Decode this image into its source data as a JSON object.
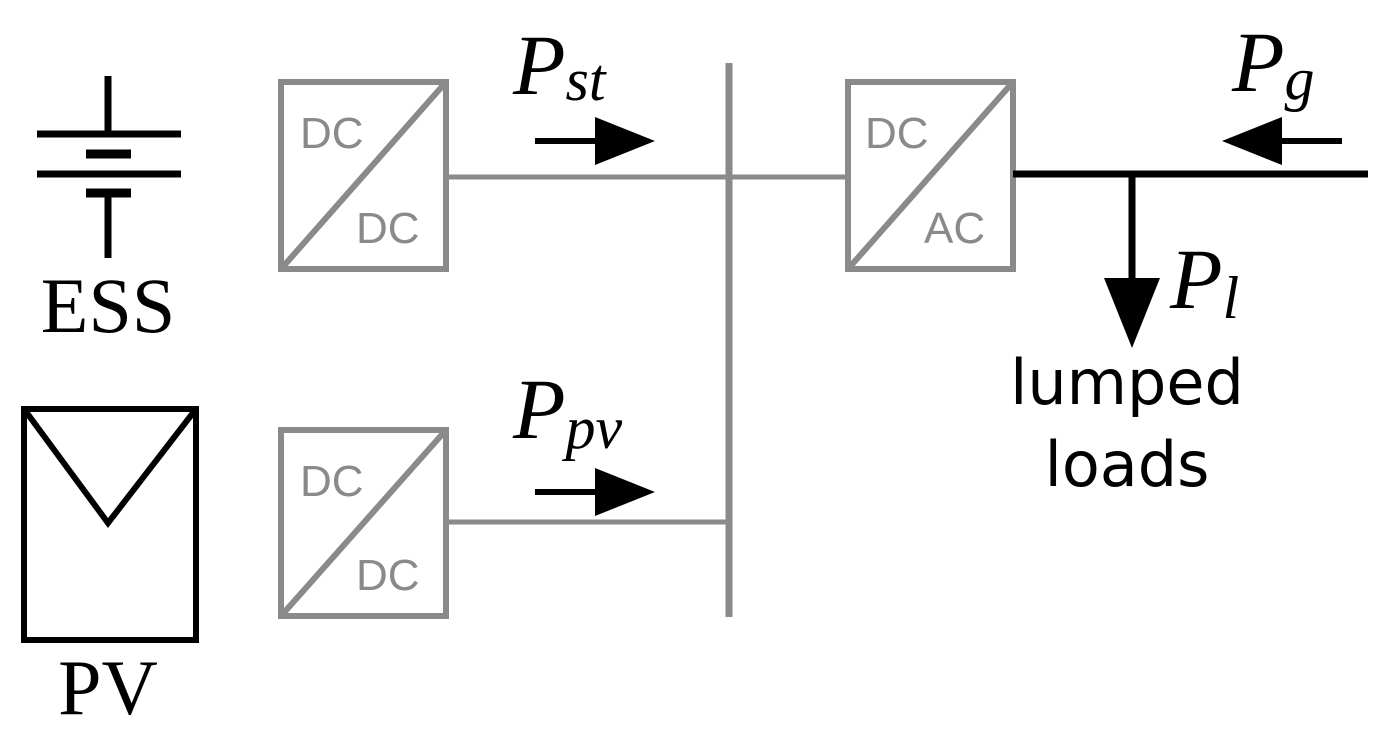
{
  "colors": {
    "converter": "#8a8a8a",
    "bus": "#8a8a8a",
    "component": "#000000",
    "power_arrow": "#000000"
  },
  "components": {
    "ess": {
      "label": "ESS",
      "icon": "battery-icon"
    },
    "pv": {
      "label": "PV",
      "icon": "solar-panel-icon"
    }
  },
  "converters": {
    "ess": {
      "input": "DC",
      "output": "DC"
    },
    "pv": {
      "input": "DC",
      "output": "DC"
    },
    "grid": {
      "input": "DC",
      "output": "AC"
    }
  },
  "flows": {
    "storage": {
      "symbol": "P",
      "subscript": "st"
    },
    "pv": {
      "symbol": "P",
      "subscript": "pv"
    },
    "grid": {
      "symbol": "P",
      "subscript": "g"
    },
    "load": {
      "symbol": "P",
      "subscript": "l"
    }
  },
  "loads": {
    "line1": "lumped",
    "line2": "loads"
  }
}
